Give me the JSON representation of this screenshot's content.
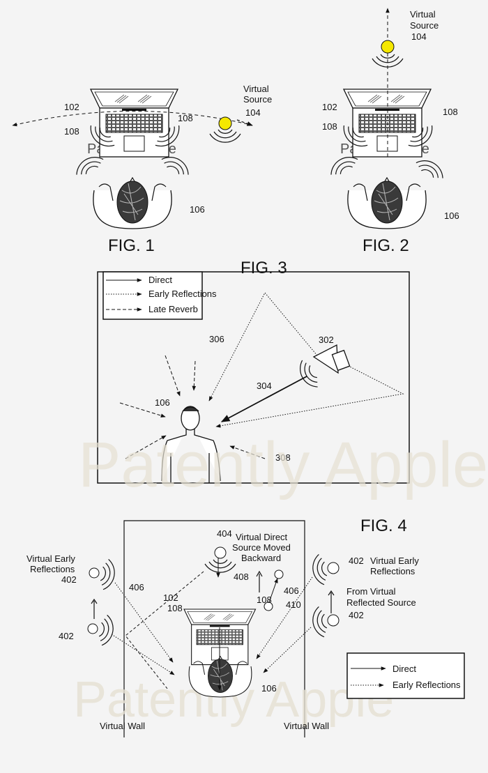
{
  "fig1": {
    "title": "FIG. 1",
    "source_label_1": "Virtual",
    "source_label_2": "Source",
    "ref_source": "104",
    "ref_device": "102",
    "ref_speaker_left": "108",
    "ref_speaker_right": "108",
    "ref_listener": "106",
    "source_color": "#f5e800"
  },
  "fig2": {
    "title": "FIG. 2",
    "source_label_1": "Virtual",
    "source_label_2": "Source",
    "ref_source": "104",
    "ref_device": "102",
    "ref_speaker_left": "108",
    "ref_speaker_right": "108",
    "ref_listener": "106"
  },
  "fig3": {
    "title": "FIG. 3",
    "legend": [
      "Direct",
      "Early Reflections",
      "Late Reverb"
    ],
    "ref_speaker": "302",
    "ref_direct": "304",
    "ref_reflection": "306",
    "ref_reverb": "308",
    "ref_listener": "106"
  },
  "fig4": {
    "title": "FIG. 4",
    "direct_source_1": "Virtual Direct",
    "direct_source_2": "Source Moved",
    "direct_source_3": "Backward",
    "ref_direct_source": "404",
    "ref_motion": "408",
    "left_label_1": "Virtual Early",
    "left_label_2": "Reflections",
    "right_label_1": "Virtual Early",
    "right_label_2": "Reflections",
    "from_label_1": "From Virtual",
    "from_label_2": "Reflected Source",
    "ref_402": "402",
    "ref_406": "406",
    "ref_410": "410",
    "ref_device": "102",
    "ref_speaker": "108",
    "ref_listener": "106",
    "wall_left": "Virtual Wall",
    "wall_right": "Virtual Wall",
    "legend": [
      "Direct",
      "Early Reflections"
    ]
  },
  "watermark": "Patently Apple"
}
